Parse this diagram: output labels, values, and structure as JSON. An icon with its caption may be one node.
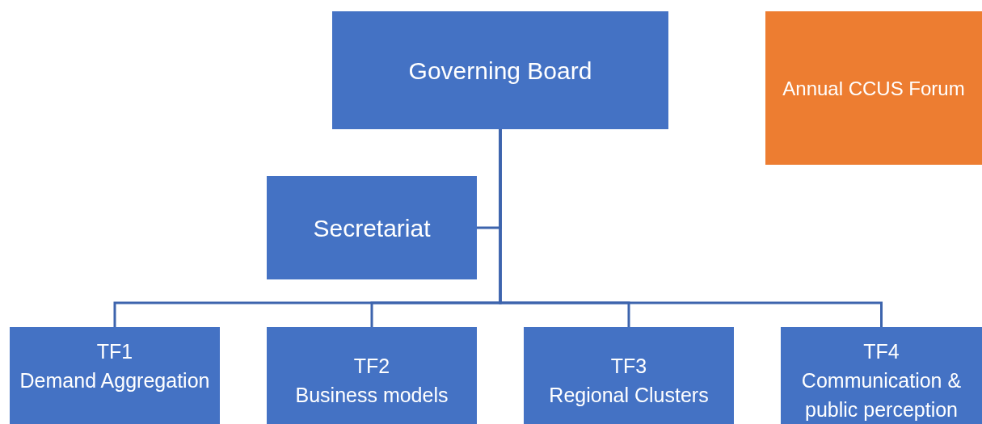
{
  "diagram": {
    "nodes": [
      {
        "text": [
          "Governing Board"
        ]
      },
      {
        "text": [
          "Annual CCUS Forum"
        ]
      },
      {
        "text": [
          "Secretariat"
        ]
      },
      {
        "text": [
          "TF1",
          "Demand Aggregation"
        ]
      },
      {
        "text": [
          "TF2",
          "Business models"
        ]
      },
      {
        "text": [
          "TF3",
          "Regional Clusters"
        ]
      },
      {
        "text": [
          "TF4",
          "Communication & public perception"
        ]
      }
    ],
    "edges": [
      {
        "from": 0,
        "to": 2,
        "arrow": "none"
      },
      {
        "from": 0,
        "to": 3,
        "arrow": "none"
      },
      {
        "from": 0,
        "to": 4,
        "arrow": "none"
      },
      {
        "from": 0,
        "to": 5,
        "arrow": "none"
      },
      {
        "from": 0,
        "to": 6,
        "arrow": "none"
      }
    ]
  }
}
